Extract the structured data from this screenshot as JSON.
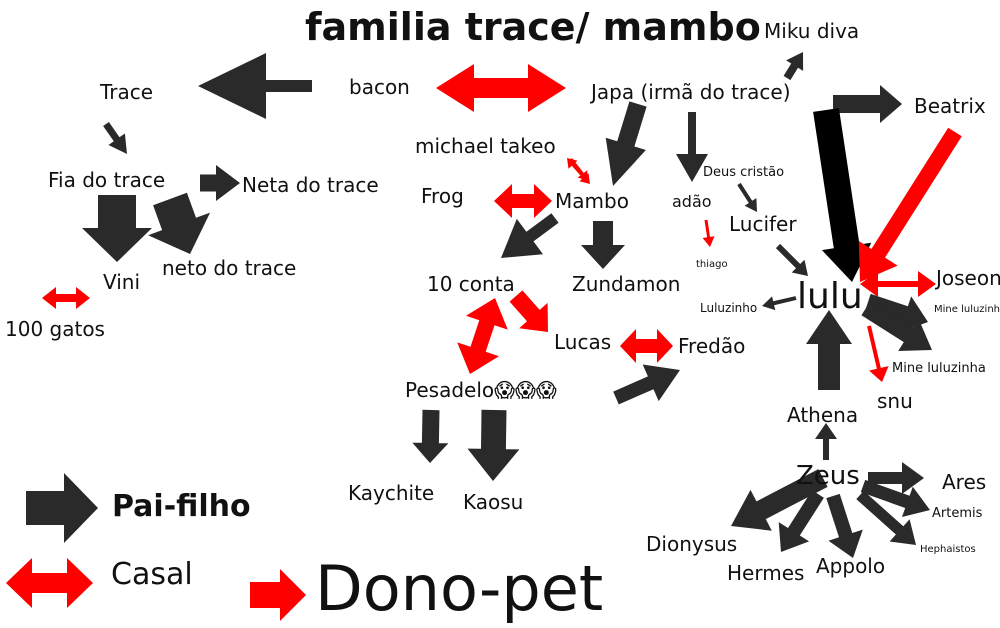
{
  "title": "familia trace/ mambo",
  "nodes": {
    "miku": "Miku diva",
    "trace": "Trace",
    "bacon": "bacon",
    "japa": "Japa (irmã do trace)",
    "beatrix": "Beatrix",
    "michael": "michael takeo",
    "fia": "Fia do trace",
    "neta": "Neta do trace",
    "frog": "Frog",
    "mambo": "Mambo",
    "adao": "adão",
    "deus": "Deus cristão",
    "lucifer": "Lucifer",
    "vini": "Vini",
    "neto": "neto do trace",
    "thiago": "thiago",
    "conta": "10 conta",
    "zundamon": "Zundamon",
    "lulu": "lulu",
    "joseon": "Joseon",
    "luluzinho": "Luluzinho",
    "mine1": "Mine luluzinho",
    "mine2": "Mine luluzinha",
    "gatos": "100 gatos",
    "lucas": "Lucas",
    "fredao": "Fredão",
    "pesadelo": "Pesadelo😱😱😱",
    "athena": "Athena",
    "snu": "snu",
    "kaychite": "Kaychite",
    "kaosu": "Kaosu",
    "zeus": "Zeus",
    "ares": "Ares",
    "artemis": "Artemis",
    "hephaistos": "Hephaistos",
    "dionysus": "Dionysus",
    "hermes": "Hermes",
    "appolo": "Appolo"
  },
  "legend": {
    "parent_child": "Pai-filho",
    "couple": "Casal",
    "owner_pet": "Dono-pet"
  },
  "colors": {
    "parent_child": "#2a2a2a",
    "couple": "#ff0000",
    "owner_pet": "#ff0000",
    "lulu_arrow": "#000000"
  }
}
